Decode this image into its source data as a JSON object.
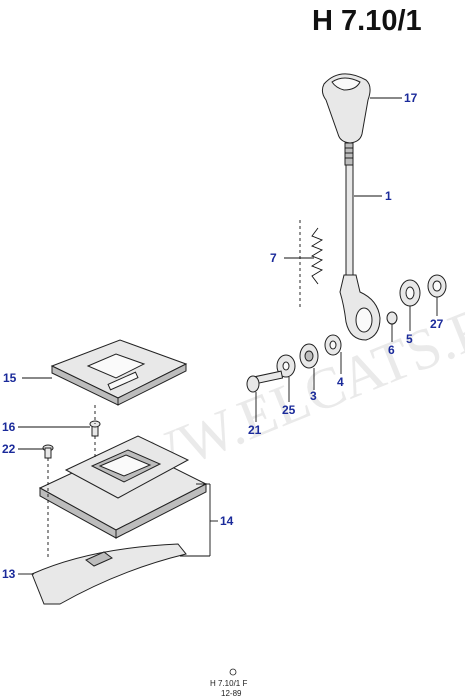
{
  "title": "H 7.10/1",
  "watermark": "WWW.ELCATS.RU",
  "footer": {
    "line1": "H 7.10/1 F",
    "line2": "12-89"
  },
  "callouts": {
    "c17": "17",
    "c1": "1",
    "c7": "7",
    "c27": "27",
    "c5": "5",
    "c6": "6",
    "c4": "4",
    "c3": "3",
    "c25": "25",
    "c21": "21",
    "c15": "15",
    "c16": "16",
    "c22": "22",
    "c14": "14",
    "c13": "13"
  },
  "colors": {
    "callout": "#1a2a9a",
    "line": "#111111",
    "part_fill": "#e8e8e8"
  }
}
